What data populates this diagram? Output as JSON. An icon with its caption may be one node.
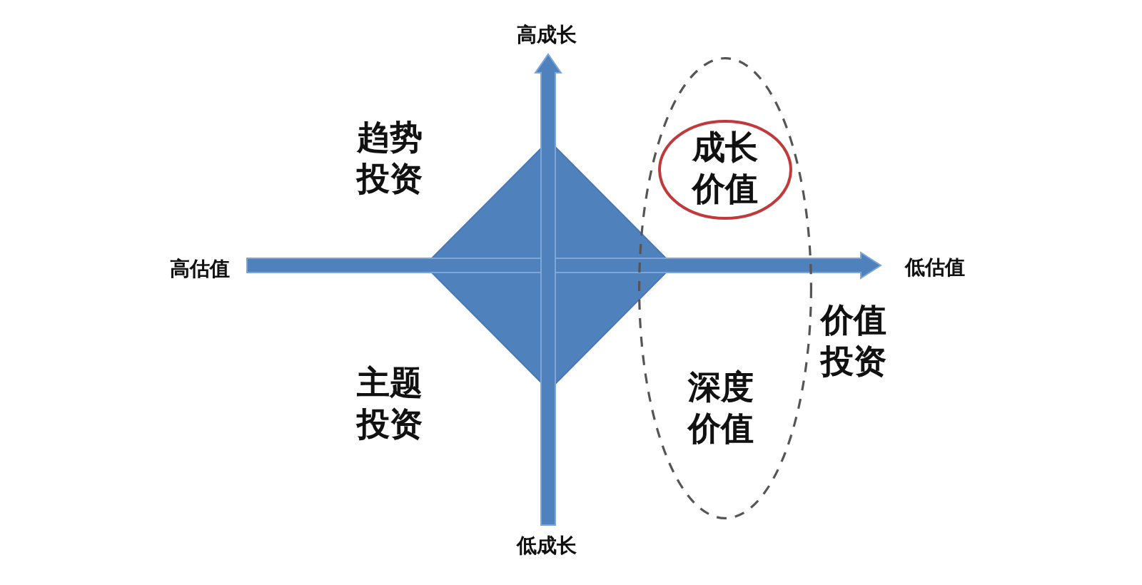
{
  "diagram": {
    "nodes": [
      {
        "text": [],
        "shape": "diamond"
      },
      {
        "text": [
          "深度价值"
        ],
        "beside": [
          "价值投资"
        ]
      },
      {
        "text": [
          "成长价值"
        ],
        "in": 1
      }
    ],
    "labels": [
      "高成长",
      "趋势投资",
      "高估值",
      "低估值",
      "主题投资",
      "低成长"
    ]
  }
}
